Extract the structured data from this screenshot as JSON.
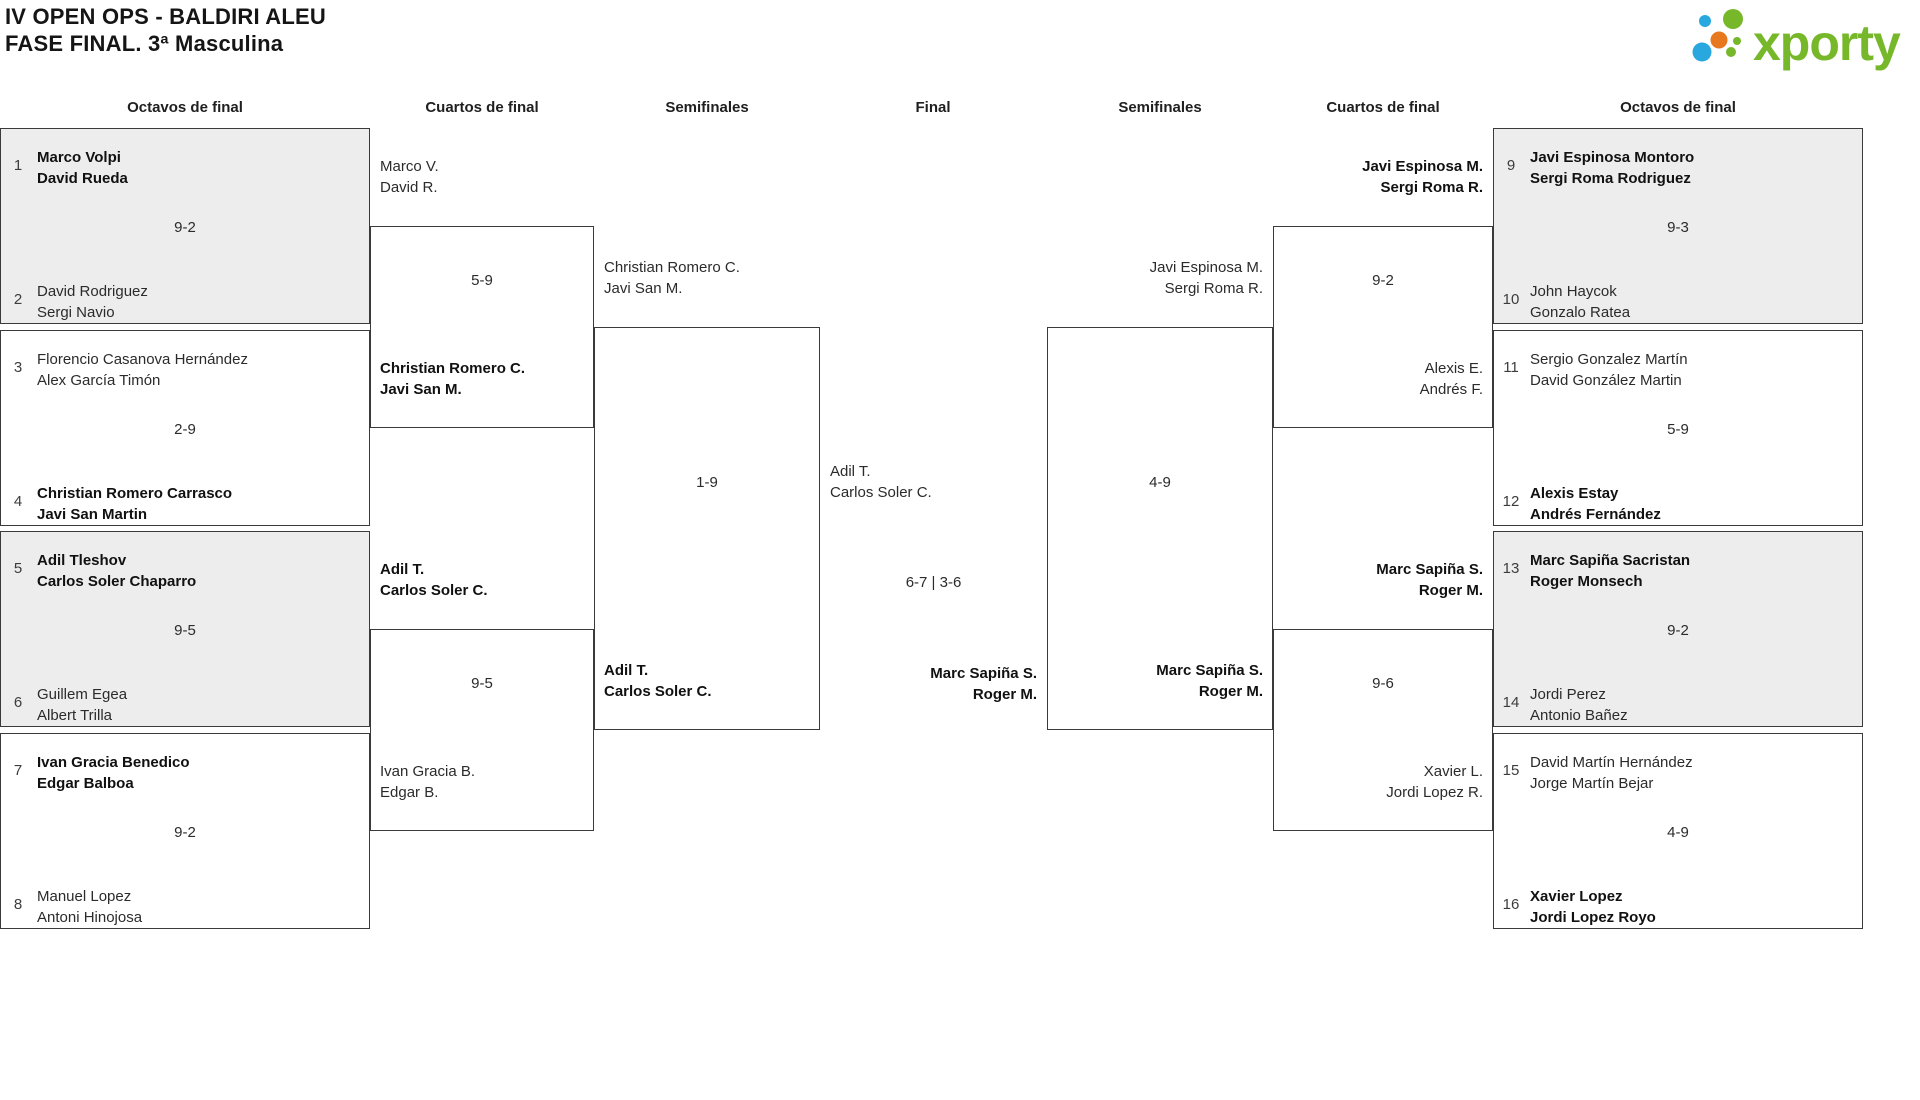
{
  "page": {
    "title_line1": "IV OPEN OPS - BALDIRI ALEU",
    "title_line2": "FASE FINAL. 3ª Masculina"
  },
  "logo": {
    "text": "xporty"
  },
  "round_headers": {
    "left_r16": "Octavos de final",
    "left_qf": "Cuartos de final",
    "left_sf": "Semifinales",
    "final": "Final",
    "right_sf": "Semifinales",
    "right_qf": "Cuartos de final",
    "right_r16": "Octavos de final"
  },
  "colors": {
    "line": "#3a3a3a",
    "box_fill": "#ededed",
    "logo_green": "#76b82a",
    "logo_blue": "#29a8e0",
    "logo_orange": "#e8781e"
  },
  "bracket": {
    "r16": [
      {
        "seed_a": "1",
        "team_a": [
          "Marco Volpi",
          "David Rueda"
        ],
        "score": "9-2",
        "seed_b": "2",
        "team_b": [
          "David Rodriguez",
          "Sergi Navio"
        ]
      },
      {
        "seed_a": "3",
        "team_a": [
          "Florencio Casanova Hernández",
          "Alex García Timón"
        ],
        "score": "2-9",
        "seed_b": "4",
        "team_b": [
          "Christian Romero Carrasco",
          "Javi San Martin"
        ]
      },
      {
        "seed_a": "5",
        "team_a": [
          "Adil Tleshov",
          "Carlos Soler Chaparro"
        ],
        "score": "9-5",
        "seed_b": "6",
        "team_b": [
          "Guillem Egea",
          "Albert Trilla"
        ]
      },
      {
        "seed_a": "7",
        "team_a": [
          "Ivan Gracia Benedico",
          "Edgar Balboa"
        ],
        "score": "9-2",
        "seed_b": "8",
        "team_b": [
          "Manuel Lopez",
          "Antoni Hinojosa"
        ]
      },
      {
        "seed_a": "9",
        "team_a": [
          "Javi Espinosa Montoro",
          "Sergi Roma Rodriguez"
        ],
        "score": "9-3",
        "seed_b": "10",
        "team_b": [
          "John Haycok",
          "Gonzalo Ratea"
        ]
      },
      {
        "seed_a": "11",
        "team_a": [
          "Sergio Gonzalez Martín",
          "David González Martin"
        ],
        "score": "5-9",
        "seed_b": "12",
        "team_b": [
          "Alexis Estay",
          "Andrés Fernández"
        ]
      },
      {
        "seed_a": "13",
        "team_a": [
          "Marc Sapiña Sacristan",
          "Roger Monsech"
        ],
        "score": "9-2",
        "seed_b": "14",
        "team_b": [
          "Jordi Perez",
          "Antonio Bañez"
        ]
      },
      {
        "seed_a": "15",
        "team_a": [
          "David Martín Hernández",
          "Jorge Martín Bejar"
        ],
        "score": "4-9",
        "seed_b": "16",
        "team_b": [
          "Xavier Lopez",
          "Jordi Lopez Royo"
        ]
      }
    ],
    "qf": [
      {
        "top": [
          "Marco V.",
          "David R."
        ],
        "score": "5-9",
        "bottom": [
          "Christian Romero C.",
          "Javi San M."
        ]
      },
      {
        "top": [
          "Adil T.",
          "Carlos Soler C."
        ],
        "score": "9-5",
        "bottom": [
          "Ivan Gracia B.",
          "Edgar B."
        ]
      },
      {
        "top": [
          "Javi Espinosa M.",
          "Sergi Roma R."
        ],
        "score": "9-2",
        "bottom": [
          "Alexis E.",
          "Andrés F."
        ]
      },
      {
        "top": [
          "Marc Sapiña S.",
          "Roger M."
        ],
        "score": "9-6",
        "bottom": [
          "Xavier L.",
          "Jordi Lopez R."
        ]
      }
    ],
    "sf": [
      {
        "top": [
          "Christian Romero C.",
          "Javi San M."
        ],
        "score": "1-9",
        "winner": [
          "Adil T.",
          "Carlos Soler C."
        ]
      },
      {
        "top": [
          "Javi Espinosa M.",
          "Sergi Roma R."
        ],
        "score": "4-9",
        "winner": [
          "Marc Sapiña S.",
          "Roger M."
        ]
      }
    ],
    "final": {
      "left": [
        "Adil T.",
        "Carlos Soler C."
      ],
      "score": "6-7 | 3-6",
      "winner": [
        "Marc Sapiña S.",
        "Roger M."
      ]
    }
  }
}
